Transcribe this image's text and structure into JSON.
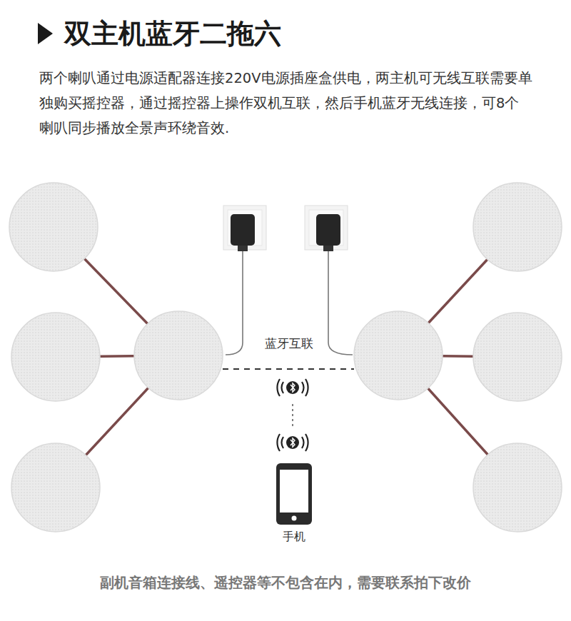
{
  "diagram": {
    "title": "双主机蓝牙二拖六",
    "caption": "副机音箱连接线、遥控器等不包含在内，需要联系拍下改价",
    "nodes": [
      {
        "text": [
          "手机"
        ]
      }
    ],
    "labels": [
      "两个喇叭通过电源适配器连接220V电源插座盒供电，两主机可无线互联需要单独购买摇控器，通过摇控器上操作双机互联，然后手机蓝牙无线连接，可8个喇叭同步播放全景声环绕音效.",
      "蓝牙互联"
    ]
  }
}
